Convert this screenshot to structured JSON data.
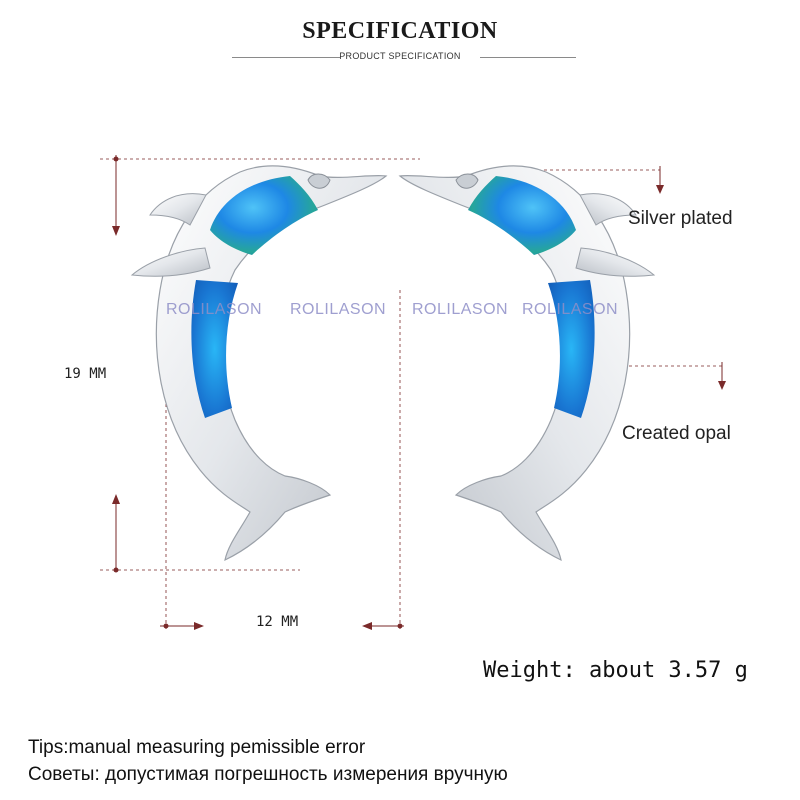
{
  "header": {
    "title": "SPECIFICATION",
    "subtitle": "PRODUCT SPECIFICATION"
  },
  "dimensions": {
    "height_label": "19 MM",
    "width_label": "12 MM"
  },
  "callouts": {
    "silver": "Silver plated",
    "opal": "Created opal"
  },
  "watermarks": [
    "ROLILASON",
    "ROLILASON",
    "ROLILASON",
    "ROLILASON"
  ],
  "weight": "Weight: about 3.57 g",
  "tips": {
    "english": "Tips:manual measuring pemissible error",
    "russian": "Советы: допустимая погрешность измерения вручную"
  },
  "colors": {
    "dimension_line": "#7a2a2a",
    "silver": "#d9dde2",
    "opal_blue": "#1e88e5",
    "opal_cyan": "#29b6f6",
    "opal_green": "#4caf9a"
  }
}
